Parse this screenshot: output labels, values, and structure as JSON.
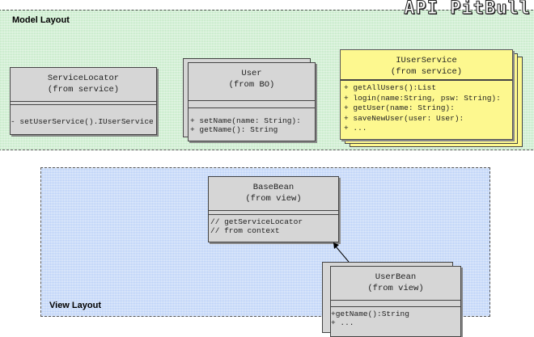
{
  "brand": "API PitBull",
  "model_layout": {
    "label": "Model Layout",
    "classes": {
      "service_locator": {
        "name": "ServiceLocator",
        "stereotype": "(from service)",
        "operations": [
          "- setUserService().IUserService"
        ]
      },
      "user": {
        "name": "User",
        "stereotype": "(from BO)",
        "operations": [
          "+ setName(name: String):",
          "+ getName(): String"
        ]
      },
      "iuser_service": {
        "name": "IUserService",
        "stereotype": "(from service)",
        "operations": [
          "+ getAllUsers():List",
          "+ login(name:String, psw: String):",
          "+ getUser(name: String):",
          "+ saveNewUser(user: User):",
          "+ ..."
        ]
      }
    }
  },
  "view_layout": {
    "label": "View Layout",
    "classes": {
      "base_bean": {
        "name": "BaseBean",
        "stereotype": "(from view)",
        "operations": [
          "// getServiceLocator",
          "// from context"
        ]
      },
      "user_bean": {
        "name": "UserBean",
        "stereotype": "(from view)",
        "operations": [
          "+getName():String",
          "+ ..."
        ]
      }
    }
  },
  "colors": {
    "model_bg": "#bfe8c2",
    "view_bg": "#b7cff7",
    "class_fill": "#d6d6d6",
    "interface_fill": "#fdf88f"
  }
}
